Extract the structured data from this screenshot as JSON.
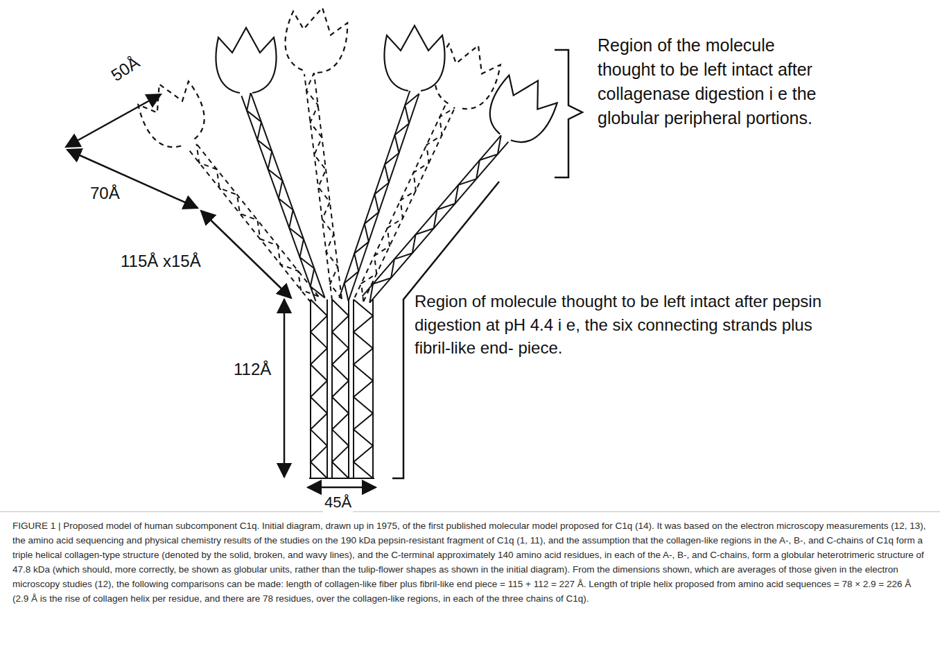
{
  "diagram": {
    "caption": "FIGURE 1 | Proposed model of human subcomponent C1q. Initial diagram, drawn up in 1975, of the first published molecular model proposed for C1q (14). It was based on the electron microscopy measurements (12, 13), the amino acid sequencing and physical chemistry results of the studies on the 190 kDa pepsin-resistant fragment of C1q (1, 11), and the assumption that the collagen-like regions in the A-, B-, and C-chains of C1q form a triple helical collagen-type structure (denoted by the solid, broken, and wavy lines), and the C-terminal approximately 140 amino acid residues, in each of the A-, B-, and C-chains, form a globular heterotrimeric structure of 47.8 kDa (which should, more correctly, be shown as globular units, rather than the tulip-flower shapes as shown in the initial diagram). From the dimensions shown, which are averages of those given in the electron microscopy studies (12), the following comparisons can be made: length of collagen-like fiber plus fibril-like end piece = 115 + 112 = 227 Å. Length of triple helix proposed from amino acid sequences = 78 × 2.9 = 226 Å (2.9 Å is the rise of collagen helix per residue, and there are 78 residues, over the collagen-like regions, in each of the three chains of C1q).",
    "labels": [
      "50Å",
      "70Å",
      "115Å x15Å",
      "112Å",
      "45Å",
      "Region of the molecule thought to be left intact after collagenase digestion i e the globular peripheral portions.",
      "Region of molecule thought to be left intact after pepsin digestion at pH 4.4 i e, the six connecting strands plus fibril-like end- piece."
    ]
  }
}
